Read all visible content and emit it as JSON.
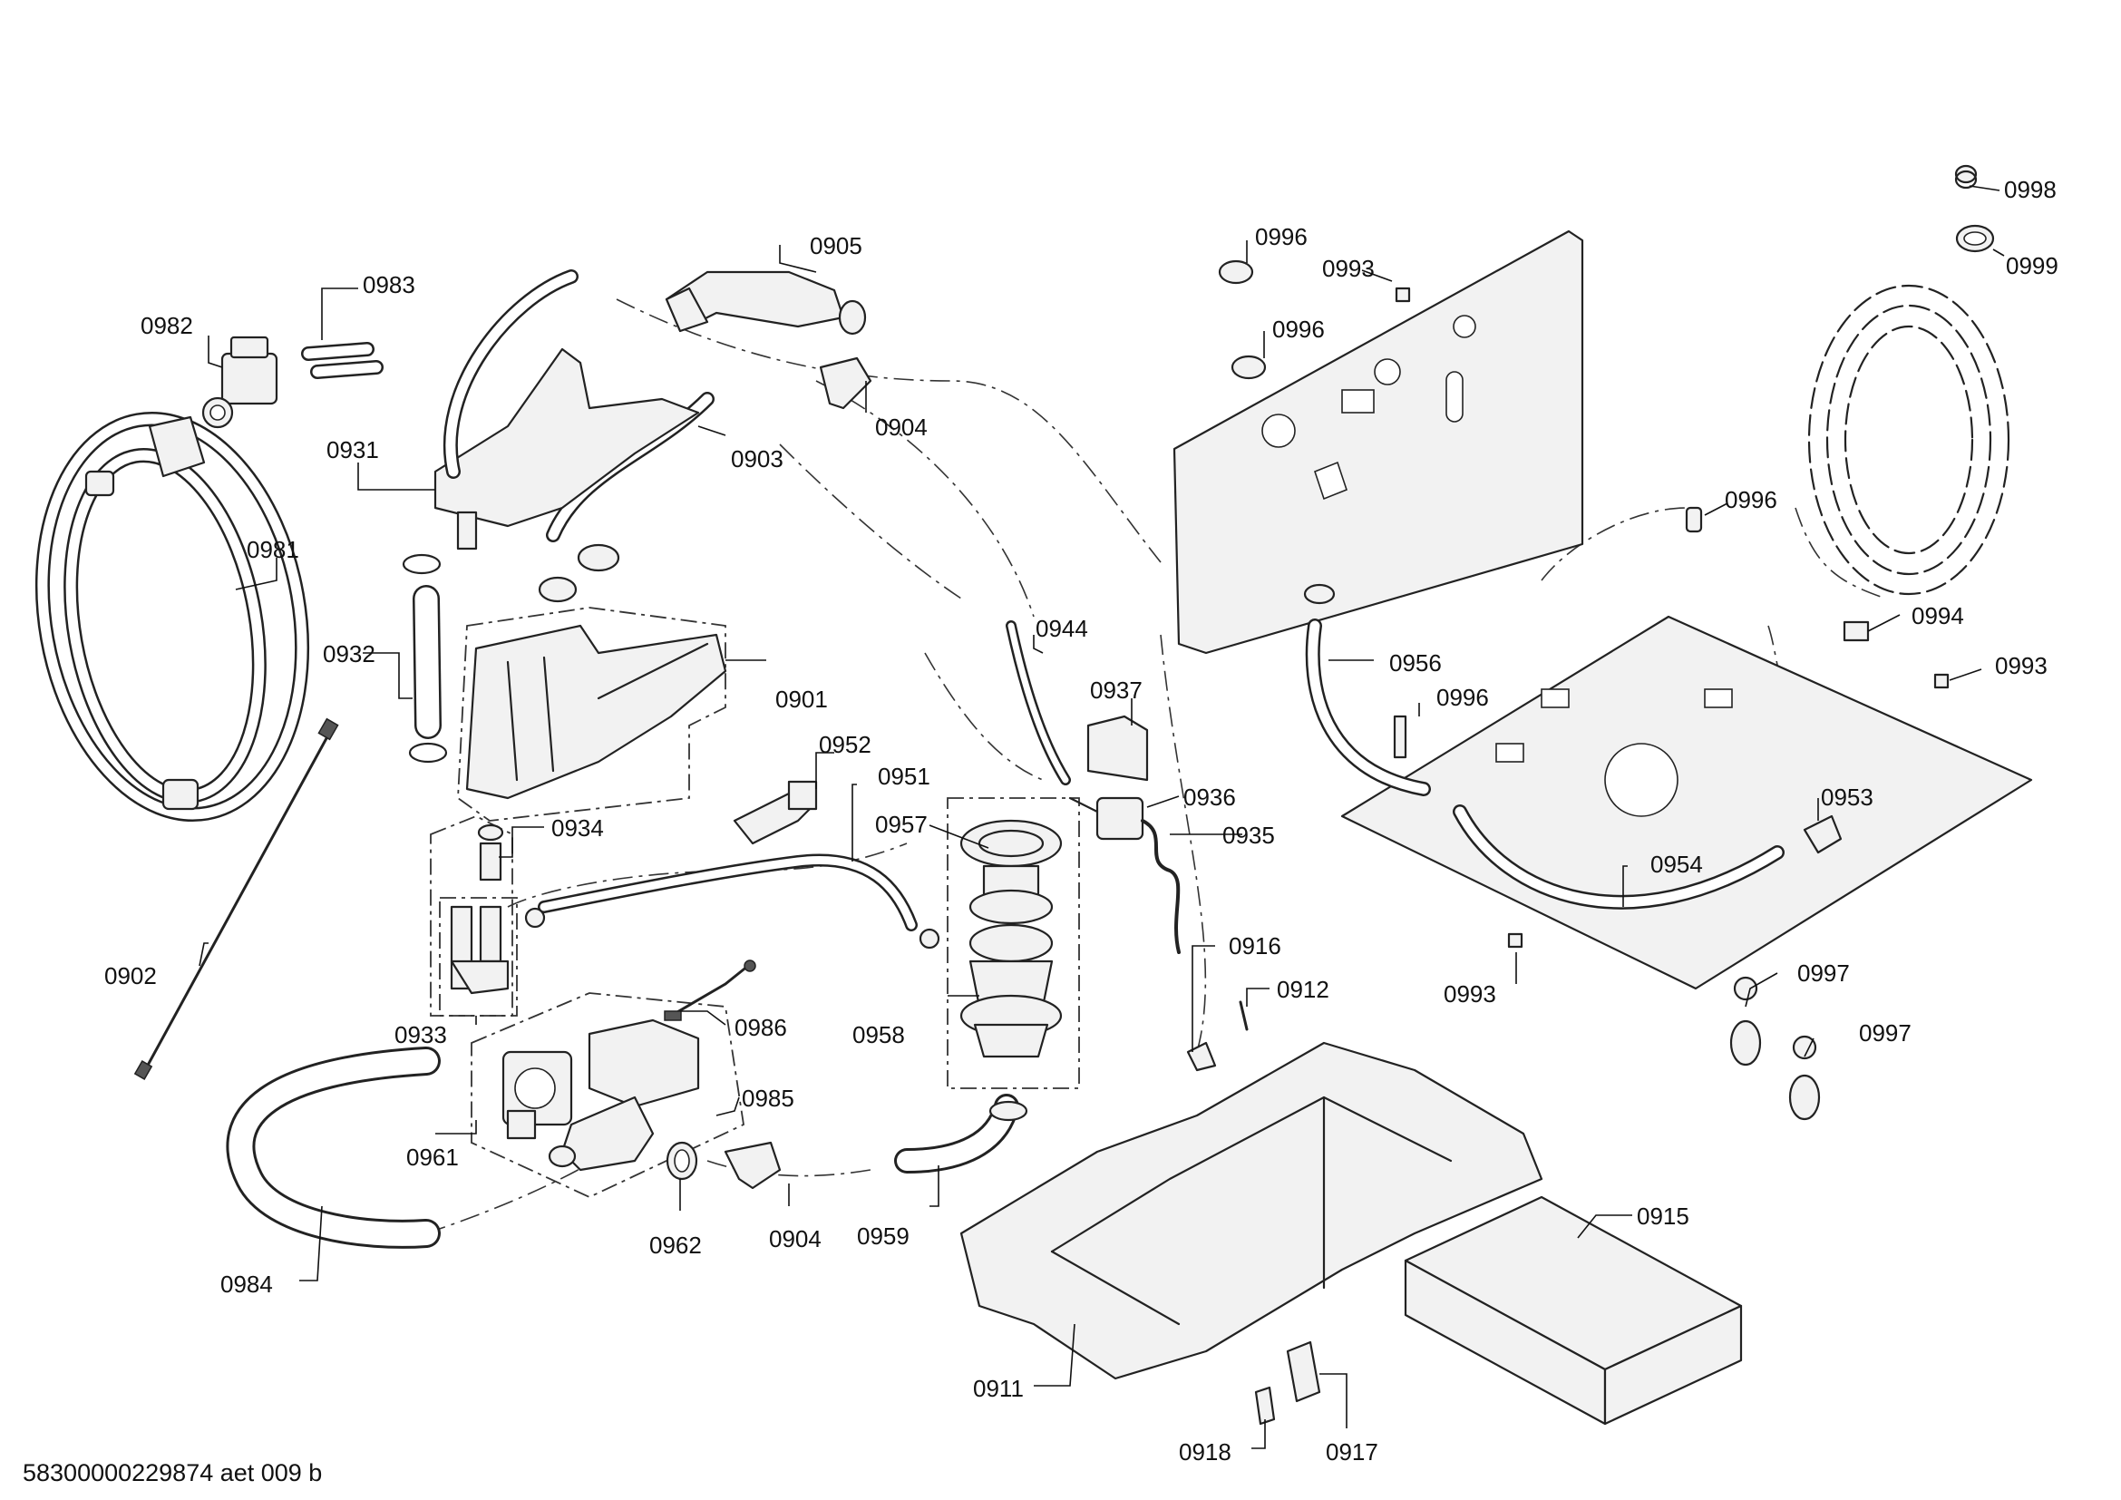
{
  "footer": {
    "drawing_id": "58300000229874 aet 009 b"
  },
  "labels": {
    "l0998": "0998",
    "l0999": "0999",
    "l0905": "0905",
    "l0996a": "0996",
    "l0993a": "0993",
    "l0983": "0983",
    "l0982": "0982",
    "l0996b": "0996",
    "l0904a": "0904",
    "l0931": "0931",
    "l0903": "0903",
    "l0996c": "0996",
    "l0981": "0981",
    "l0994": "0994",
    "l0993b": "0993",
    "l0944": "0944",
    "l0956": "0956",
    "l0932": "0932",
    "l0901": "0901",
    "l0937": "0937",
    "l0996d": "0996",
    "l0952": "0952",
    "l0951": "0951",
    "l0936": "0936",
    "l0953": "0953",
    "l0957": "0957",
    "l0934": "0934",
    "l0935": "0935",
    "l0954": "0954",
    "l0916": "0916",
    "l0902": "0902",
    "l0997a": "0997",
    "l0912": "0912",
    "l0993c": "0993",
    "l0986": "0986",
    "l0933": "0933",
    "l0958": "0958",
    "l0997b": "0997",
    "l0985": "0985",
    "l0961": "0961",
    "l0915": "0915",
    "l0962": "0962",
    "l0904b": "0904",
    "l0959": "0959",
    "l0984": "0984",
    "l0911": "0911",
    "l0918": "0918",
    "l0917": "0917"
  }
}
